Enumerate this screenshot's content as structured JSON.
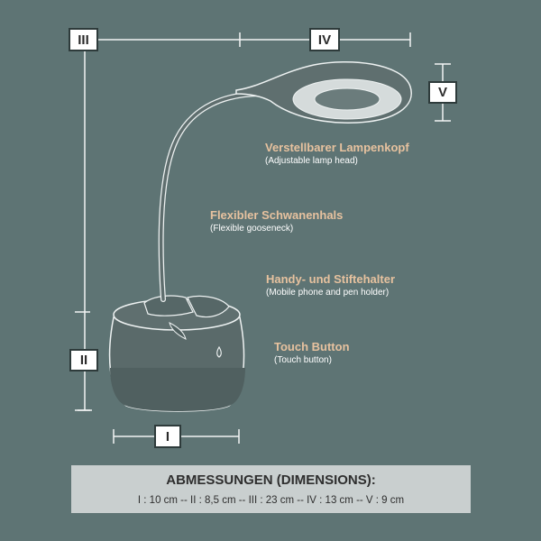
{
  "markers": {
    "I": "I",
    "II": "II",
    "III": "III",
    "IV": "IV",
    "V": "V"
  },
  "callouts": [
    {
      "de": "Verstellbarer Lampenkopf",
      "en": "(Adjustable lamp head)"
    },
    {
      "de": "Flexibler Schwanenhals",
      "en": "(Flexible gooseneck)"
    },
    {
      "de": "Handy- und Stiftehalter",
      "en": "(Mobile phone and pen holder)"
    },
    {
      "de": "Touch Button",
      "en": "(Touch button)"
    }
  ],
  "dimensions": {
    "title": "ABMESSUNGEN (DIMENSIONS):",
    "values": "I : 10 cm -- II : 8,5 cm -- III : 23 cm -- IV : 13 cm -- V : 9 cm"
  },
  "colors": {
    "background": "#5e7474",
    "callout_heading": "#e7c29f",
    "lamp_body": "#5f6d6d",
    "panel": "#c9cfcf"
  }
}
